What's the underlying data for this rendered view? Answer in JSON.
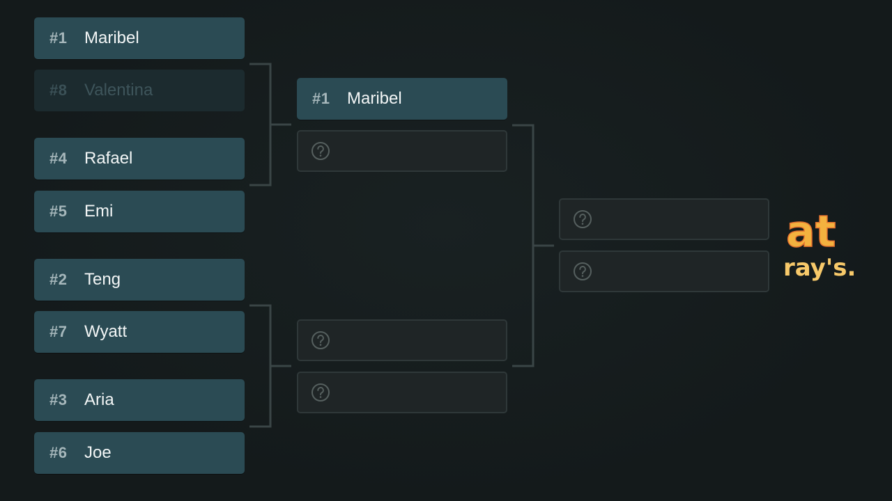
{
  "bracket": {
    "round1": [
      {
        "seed": "#1",
        "name": "Maribel"
      },
      {
        "seed": "#8",
        "name": "Valentina"
      },
      {
        "seed": "#4",
        "name": "Rafael"
      },
      {
        "seed": "#5",
        "name": "Emi"
      },
      {
        "seed": "#2",
        "name": "Teng"
      },
      {
        "seed": "#7",
        "name": "Wyatt"
      },
      {
        "seed": "#3",
        "name": "Aria"
      },
      {
        "seed": "#6",
        "name": "Joe"
      }
    ],
    "round2": [
      {
        "seed": "#1",
        "name": "Maribel"
      }
    ],
    "eliminated_slot": "#8 Valentina",
    "empty_slot_icon": "question-circle-icon"
  },
  "logo": {
    "line1": "at",
    "line2": "ray's.",
    "colors": {
      "primary": "#f2b544",
      "accent": "#e8742f",
      "secondary": "#f7c96a"
    }
  },
  "colors": {
    "background": "#141a1b",
    "filled_slot": "#2b4b54",
    "eliminated_slot": "#1c2b2f",
    "empty_slot": "#1f2526",
    "connector": "#3a4546"
  }
}
